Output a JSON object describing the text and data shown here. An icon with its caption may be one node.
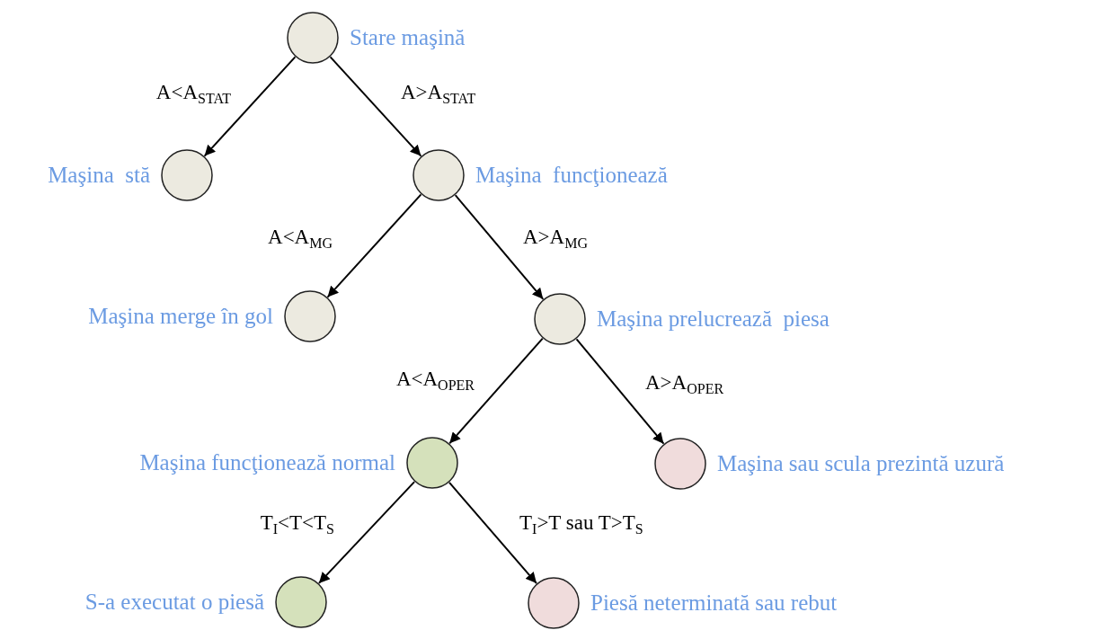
{
  "diagram": {
    "nodes": [
      {
        "text": [],
        "shape": "circle",
        "beside": [
          "Stare maşină"
        ]
      },
      {
        "text": [],
        "shape": "circle",
        "beside": [
          "Maşina  stă"
        ]
      },
      {
        "text": [],
        "shape": "circle",
        "beside": [
          "Maşina  funcţionează"
        ]
      },
      {
        "text": [],
        "shape": "circle",
        "beside": [
          "Maşina merge în gol"
        ]
      },
      {
        "text": [],
        "shape": "circle",
        "beside": [
          "Maşina prelucrează  piesa"
        ]
      },
      {
        "text": [],
        "shape": "circle",
        "beside": [
          "Maşina funcţionează normal"
        ]
      },
      {
        "text": [],
        "shape": "circle",
        "beside": [
          "Maşina sau scula prezintă uzură"
        ]
      },
      {
        "text": [],
        "shape": "circle",
        "beside": [
          "S-a executat o piesă"
        ]
      },
      {
        "text": [],
        "shape": "circle",
        "beside": [
          "Piesă neterminată sau rebut"
        ]
      }
    ],
    "edges": [
      {
        "from": 0,
        "to": 1,
        "arrow": "to",
        "label": "A<A$_{STAT}$"
      },
      {
        "from": 0,
        "to": 2,
        "arrow": "to",
        "label": "A>A$_{STAT}$"
      },
      {
        "from": 2,
        "to": 3,
        "arrow": "to",
        "label": "A<A$_{MG}$"
      },
      {
        "from": 2,
        "to": 4,
        "arrow": "to",
        "label": "A>A$_{MG}$"
      },
      {
        "from": 4,
        "to": 5,
        "arrow": "to",
        "label": "A<A$_{OPER}$"
      },
      {
        "from": 4,
        "to": 6,
        "arrow": "to",
        "label": "A>A$_{OPER}$"
      },
      {
        "from": 5,
        "to": 7,
        "arrow": "to",
        "label": "T$_{I}$<T<T$_{S}$"
      },
      {
        "from": 5,
        "to": 8,
        "arrow": "to",
        "label": "T$_{I}$>T sau T>T$_{S}$"
      }
    ]
  }
}
